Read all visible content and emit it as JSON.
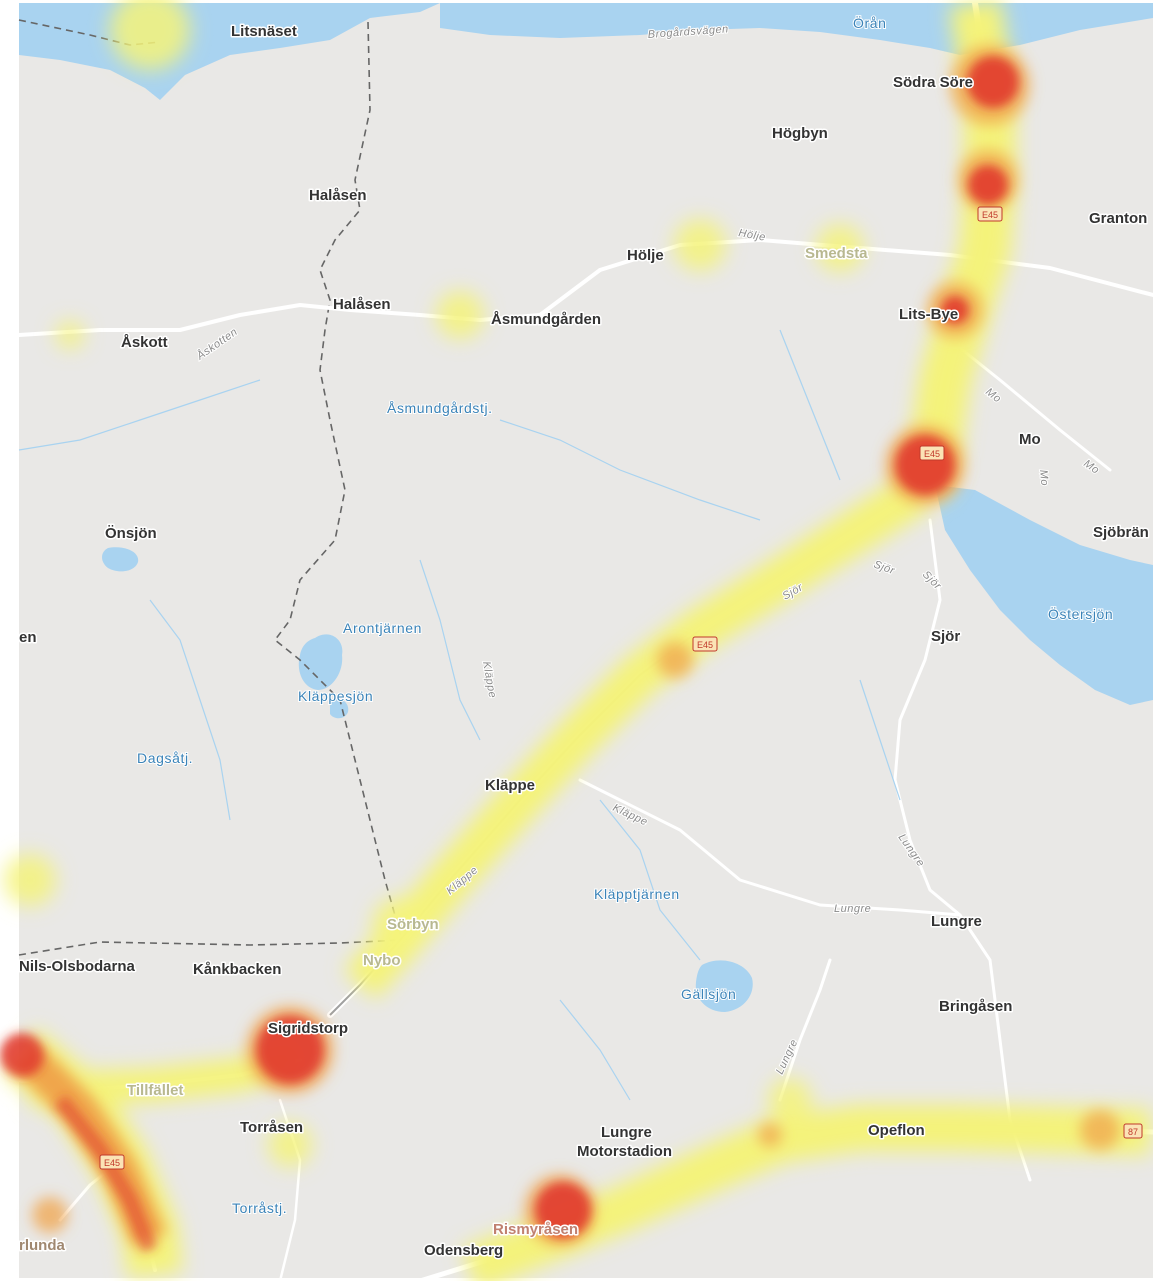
{
  "colors": {
    "land": "#e9e8e6",
    "water": "#a9d3f0",
    "road": "#ffffff",
    "border": "#666666",
    "heat_low": "#f4f37a",
    "heat_mid": "#f0a64c",
    "heat_high": "#e0332c"
  },
  "places": {
    "litsnaset": "Litsnäset",
    "sodra_sore": "Södra Söre",
    "hogbyn": "Högbyn",
    "granton": "Granton",
    "halasen_north": "Halåsen",
    "holje": "Hölje",
    "smedsta": "Smedsta",
    "halasen": "Halåsen",
    "asmundgarden": "Åsmundgården",
    "askott": "Åskott",
    "lits_bye": "Lits-Bye",
    "mo": "Mo",
    "sjobran": "Sjöbrän",
    "onsjon": "Önsjön",
    "sjor": "Sjör",
    "en": "en",
    "klappe": "Kläppe",
    "sorbyn": "Sörbyn",
    "nybo": "Nybo",
    "lungre": "Lungre",
    "bringasen": "Bringåsen",
    "nils_olsbodarna": "Nils-Olsbodarna",
    "kankbacken": "Kånkbacken",
    "sigridstorp": "Sigridstorp",
    "tillfallet": "Tillfället",
    "torrasen": "Torråsen",
    "lungre_motorstadion_1": "Lungre",
    "lungre_motorstadion_2": "Motorstadion",
    "opeflon": "Opeflon",
    "rismyrasen": "Rismyråsen",
    "odensberg": "Odensberg",
    "lunda": "rlunda"
  },
  "water_labels": {
    "asmundgardstj": "Åsmundgårdstj.",
    "arontjarnen": "Arontjärnen",
    "klappesjon": "Kläppesjön",
    "dagsatj": "Dagsåtj.",
    "ostersjon": "Östersjön",
    "klapptjarnen": "Kläpptjärnen",
    "gallsjon": "Gällsjön",
    "torrastj": "Torråstj.",
    "oran": "Örån"
  },
  "road_labels": {
    "brogardsvagen": "Brogårdsvägen",
    "holje": "Hölje",
    "askotten": "Åskotten",
    "mo_1": "Mo",
    "mo_2": "Mo",
    "mo_3": "Mo",
    "sjor_1": "Sjör",
    "sjor_2": "Sjör",
    "sjor_3": "Sjör",
    "klappe_v": "Kläppe",
    "klappe_1": "Kläppe",
    "klappe_2": "Kläppe",
    "lungre_1": "Lungre",
    "lungre_2": "Lungre",
    "lungre_3": "Lungre"
  },
  "shields": {
    "e45_north": "E45",
    "e45_mo": "E45",
    "e45_mid": "E45",
    "e45_south": "E45",
    "r87": "87"
  }
}
